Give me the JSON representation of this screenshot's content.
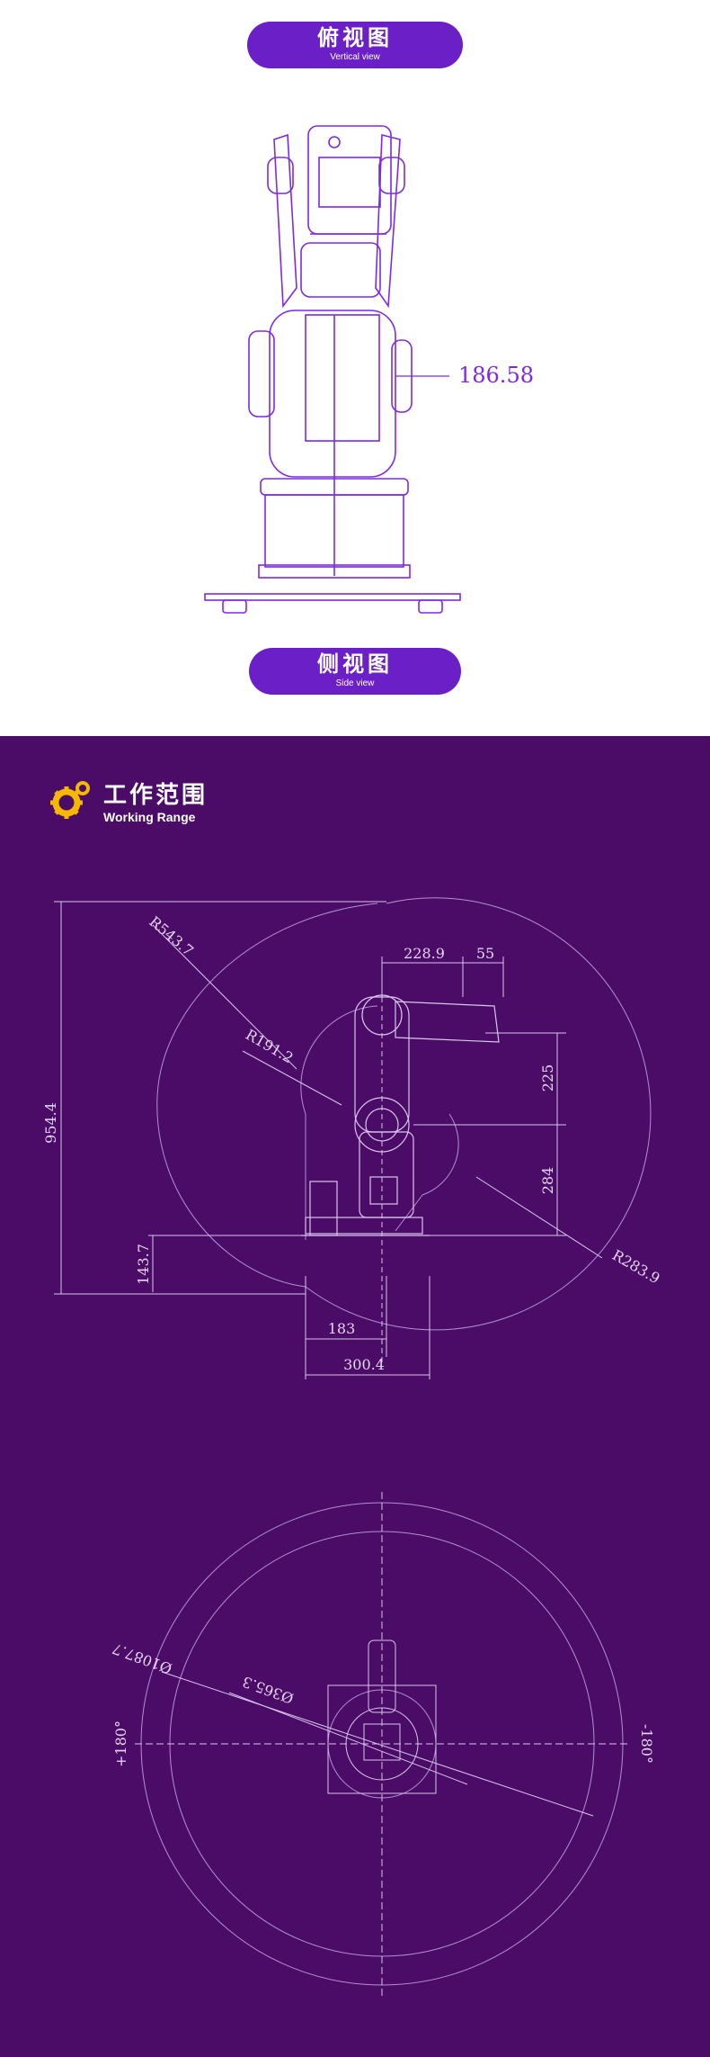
{
  "top_view": {
    "title_zh": "俯视图",
    "title_en": "Vertical view",
    "dimension": "186.58"
  },
  "side_view": {
    "title_zh": "侧视图",
    "title_en": "Side view"
  },
  "working_range": {
    "title_zh": "工作范围",
    "title_en": "Working Range",
    "side_dims": {
      "r_outer": "R543.7",
      "r_inner": "R191.2",
      "r_lower": "R283.9",
      "h_total": "954.4",
      "h_base": "143.7",
      "w_arm": "228.9",
      "w_tool": "55",
      "h_upper": "225",
      "h_lower": "284",
      "w_183": "183",
      "w_300": "300.4"
    },
    "top_dims": {
      "d_outer": "Ø1087.7",
      "d_inner": "Ø365.3",
      "angle_left": "+180°",
      "angle_right": "-180°"
    }
  },
  "colors": {
    "accent": "#6a1fc7",
    "line_drawing": "#7d2ae8",
    "background_range": "#4a0c66",
    "gear": "#f5b800"
  }
}
